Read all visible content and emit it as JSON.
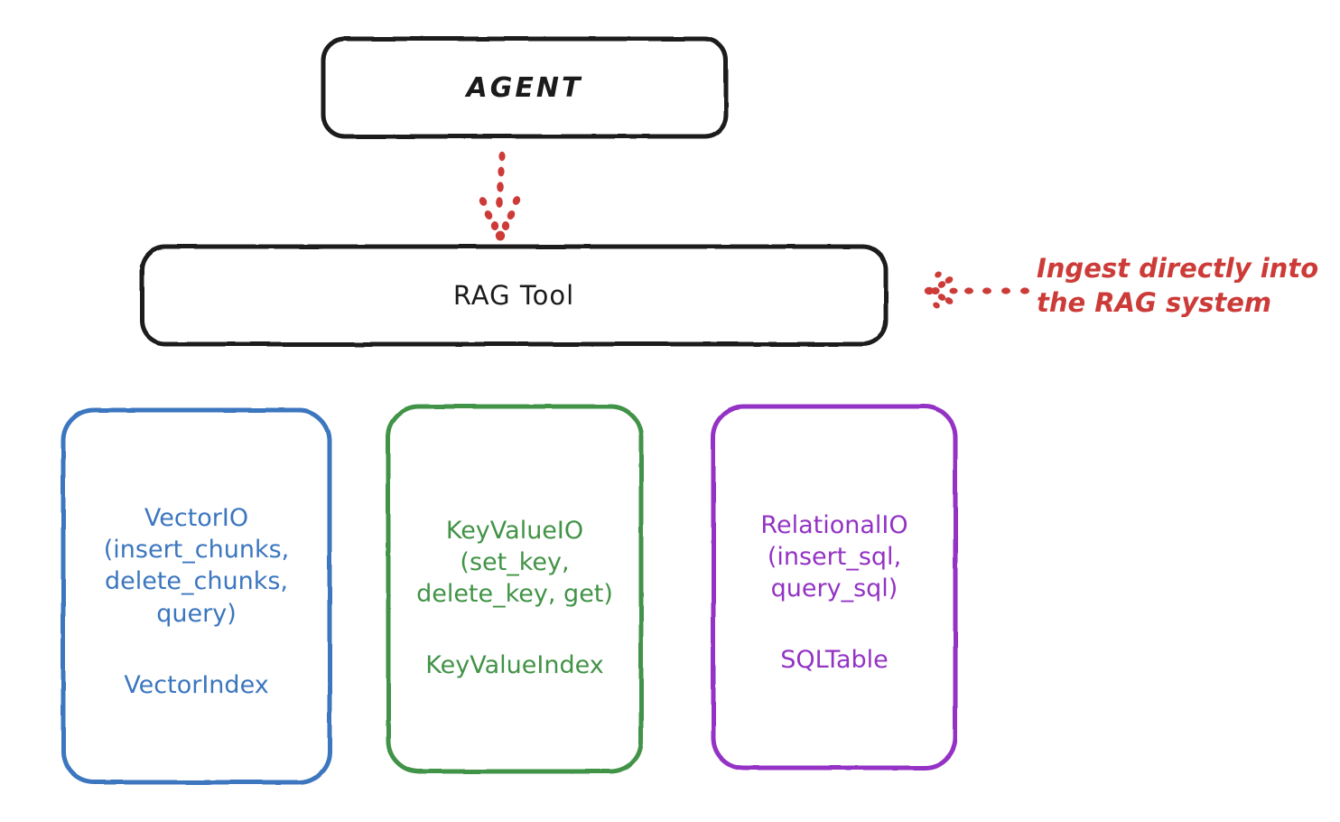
{
  "diagram": {
    "title": "RAG Tool architecture",
    "background": "#ffffff",
    "nodes": {
      "agent": {
        "label": "AGENT",
        "color": "#1b1b1b"
      },
      "rag_tool": {
        "label": "RAG Tool",
        "color": "#1b1b1b"
      },
      "vector_io": {
        "api": "VectorIO\n(insert_chunks,\ndelete_chunks,\nquery)",
        "index": "VectorIndex",
        "color": "#3b76bf"
      },
      "key_value_io": {
        "api": "KeyValueIO\n(set_key,\ndelete_key, get)",
        "index": "KeyValueIndex",
        "color": "#419346"
      },
      "relational_io": {
        "api": "RelationalIO\n(insert_sql,\nquery_sql)",
        "index": "SQLTable",
        "color": "#9333c4"
      }
    },
    "annotations": {
      "ingest": {
        "text": "Ingest directly into\nthe RAG system",
        "color": "#cc3b38"
      }
    },
    "connectors": {
      "agent_to_ragtool": {
        "style": "dotted",
        "color": "#cc3b38",
        "direction": "down"
      },
      "ingest_to_ragtool": {
        "style": "dotted",
        "color": "#cc3b38",
        "direction": "left"
      }
    }
  }
}
